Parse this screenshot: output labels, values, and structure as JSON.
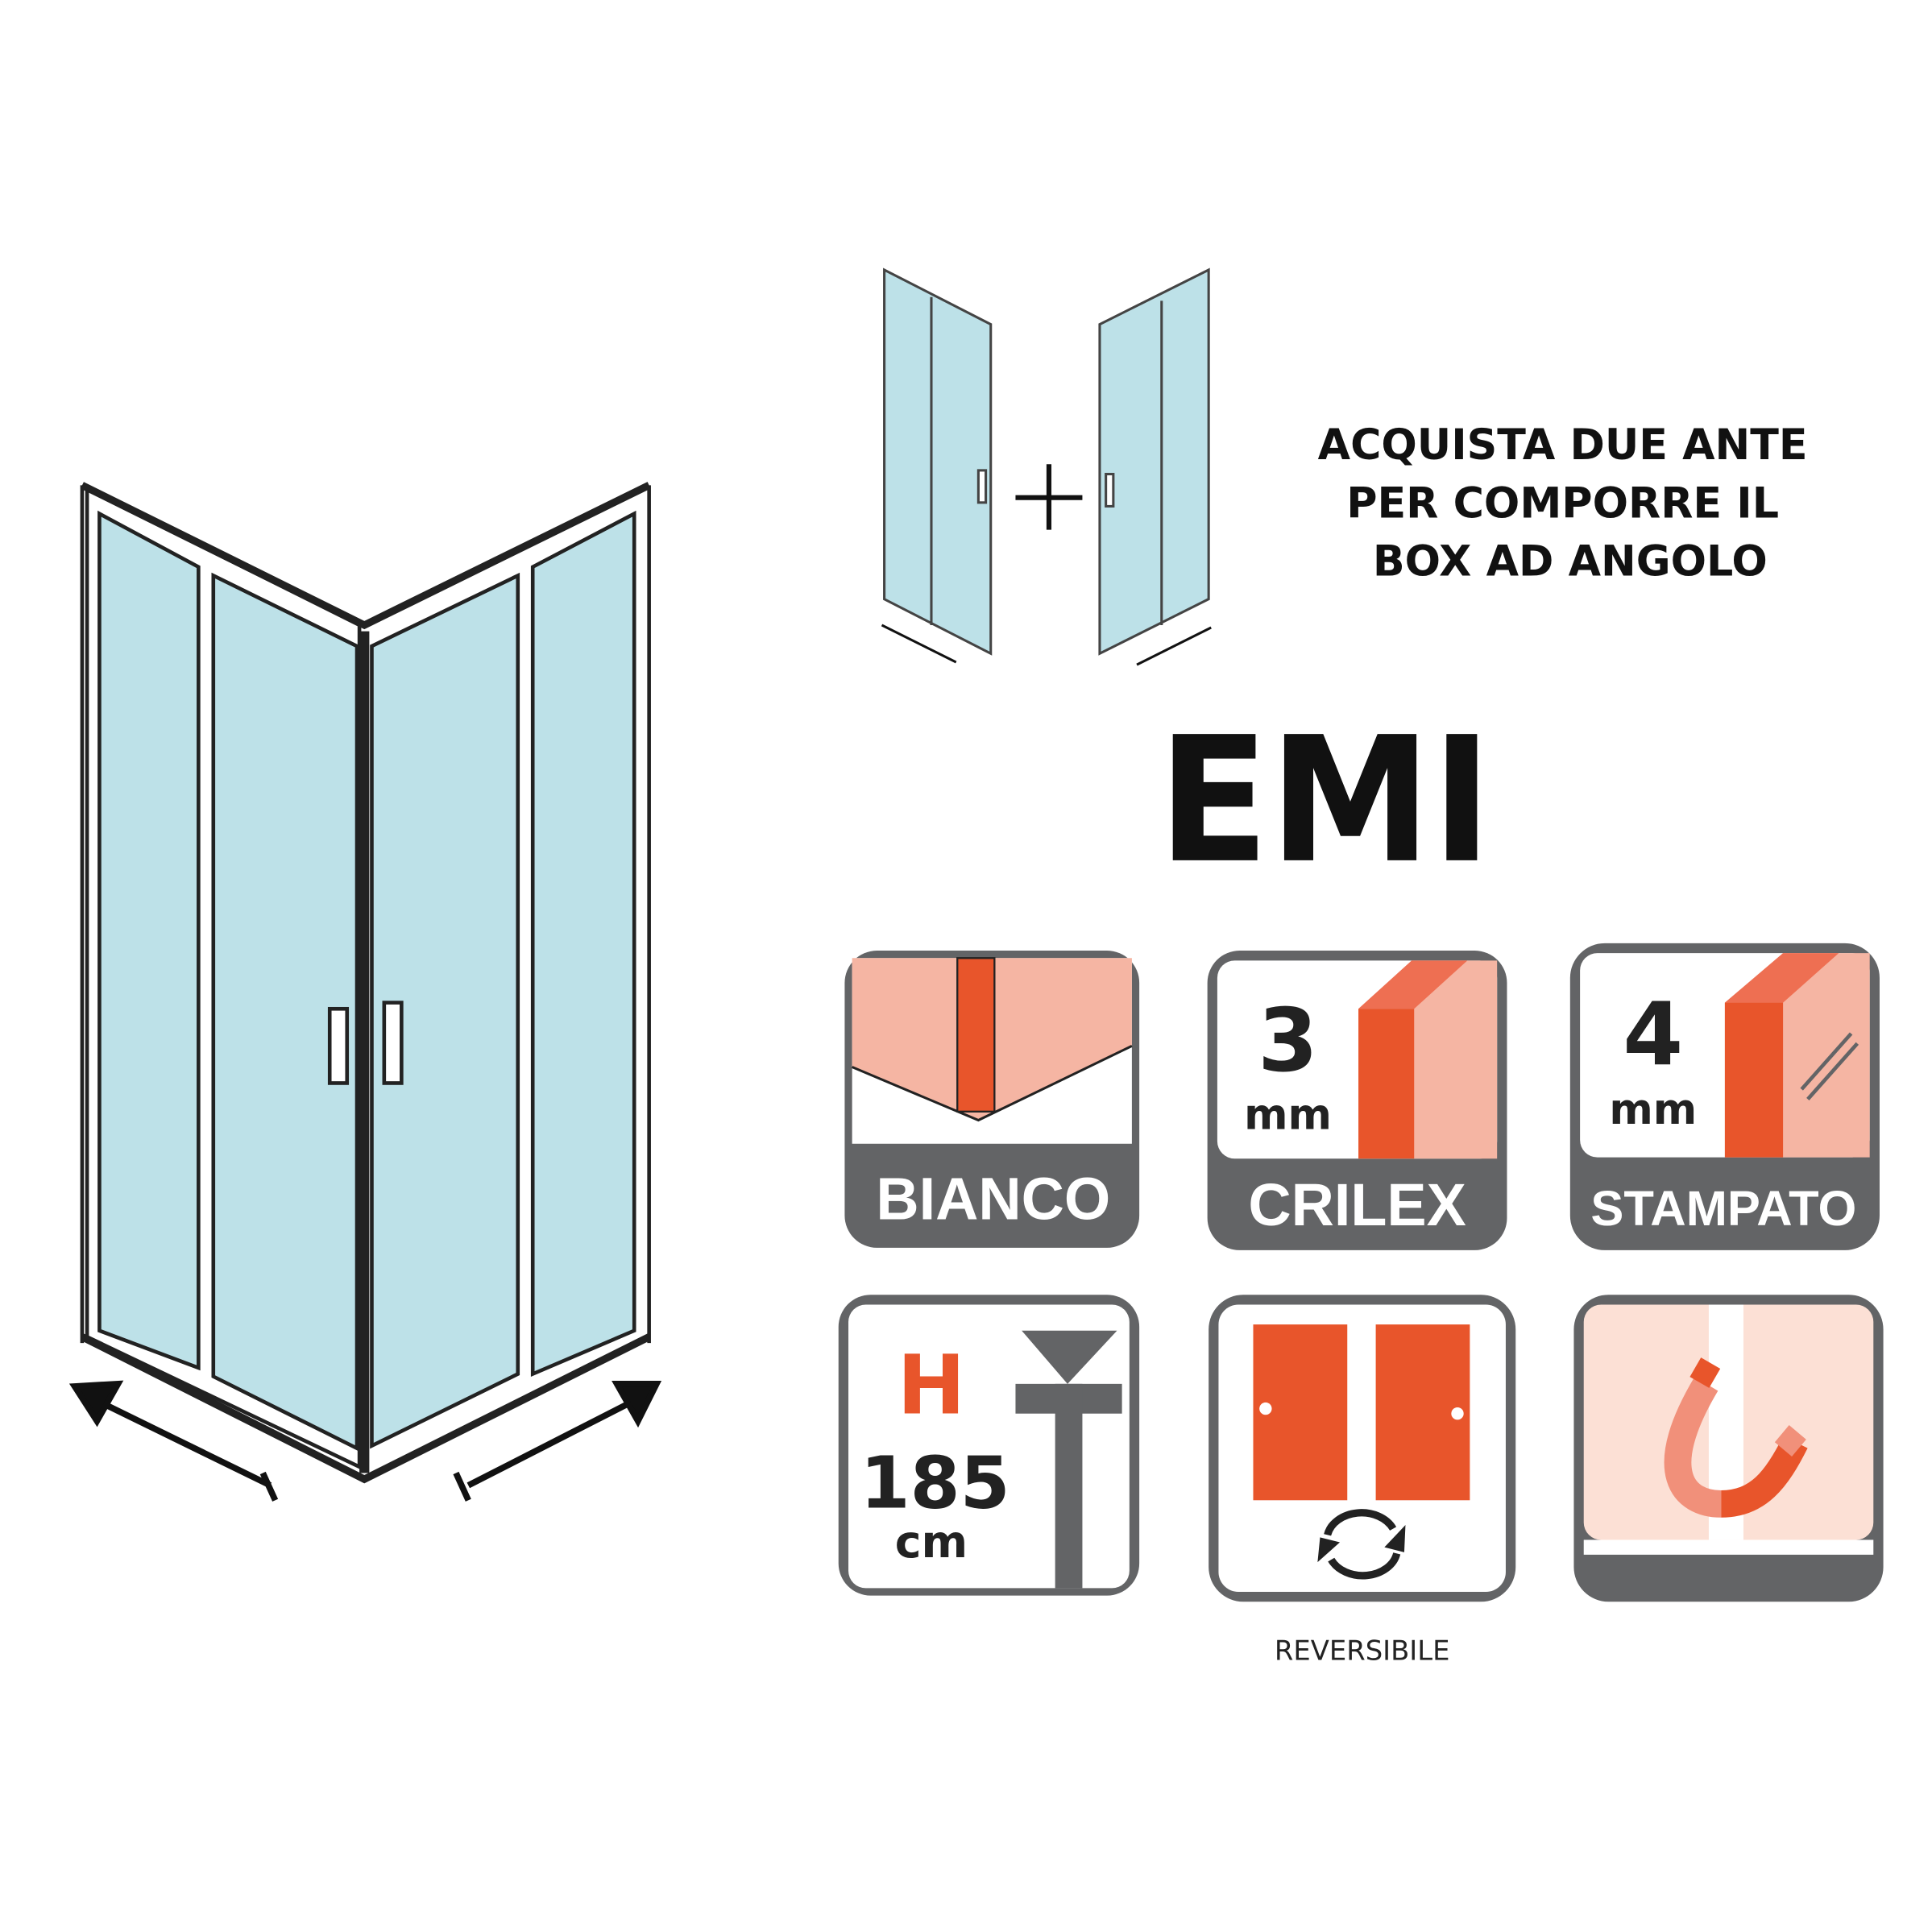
{
  "promo": {
    "line1": "ACQUISTA DUE ANTE",
    "line2": "PER COMPORRE IL",
    "line3": "BOX AD ANGOLO"
  },
  "product_name": "EMI",
  "features": {
    "frame": {
      "label": "BIANCO"
    },
    "glass_thickness_3": {
      "number": "3",
      "unit": "mm",
      "label": "CRILEX"
    },
    "glass_thickness_4": {
      "number": "4",
      "unit": "mm",
      "label": "STAMPATO"
    },
    "height": {
      "letter": "H",
      "value": "185",
      "unit": "cm"
    },
    "reversible": {
      "label": "REVERSIBILE"
    }
  },
  "colors": {
    "glass": "#bde1e8",
    "accent": "#e8552b",
    "salmon": "#f5b5a3",
    "gray": "#636466"
  }
}
